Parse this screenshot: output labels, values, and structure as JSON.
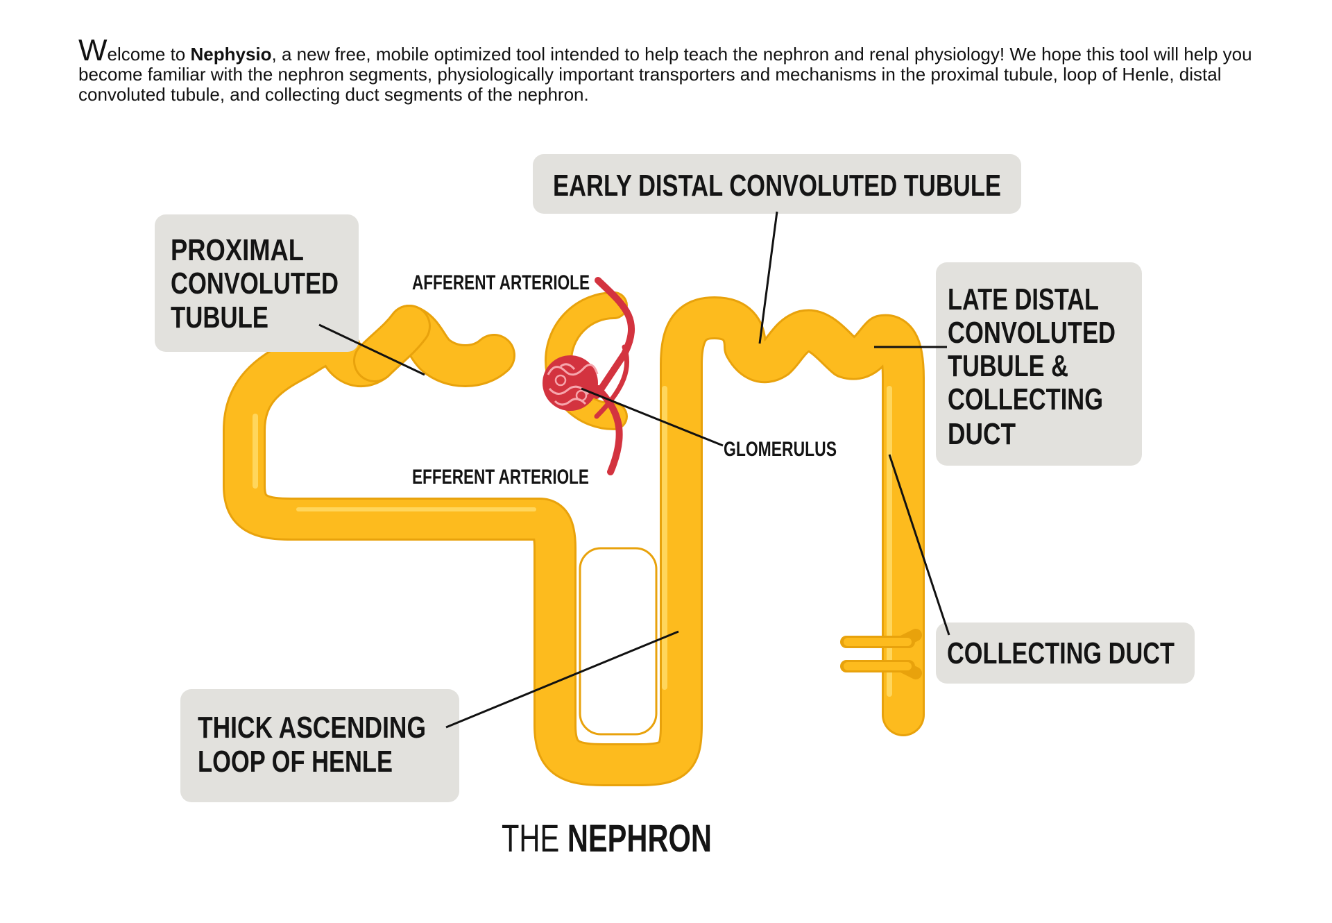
{
  "intro": {
    "lead_letter": "W",
    "lead_rest": "elcome to ",
    "brand": "Nephysio",
    "body": ", a new free, mobile optimized tool intended to help teach the nephron and renal physiology! We hope this tool will help you become familiar with the nephron segments, physiologically important transporters and mechanisms in the proximal tubule, loop of Henle, distal convoluted tubule, and collecting duct segments of the nephron."
  },
  "labels": {
    "early_dct": "EARLY DISTAL CONVOLUTED TUBULE",
    "pct": [
      "PROXIMAL",
      "CONVOLUTED",
      "TUBULE"
    ],
    "late_dct": [
      "LATE DISTAL",
      "CONVOLUTED",
      "TUBULE &",
      "COLLECTING",
      "DUCT"
    ],
    "collecting_duct": "COLLECTING DUCT",
    "thick_ascending": [
      "THICK ASCENDING",
      "LOOP OF HENLE"
    ],
    "afferent": "AFFERENT ARTERIOLE",
    "efferent": "EFFERENT ARTERIOLE",
    "glomerulus": "GLOMERULUS"
  },
  "footer": {
    "title_light": "THE ",
    "title_bold": "NEPHRON"
  },
  "colors": {
    "tubule": "#fdbb1e",
    "tubule_outline": "#e8a20c",
    "tubule_highlight": "#ffd65c",
    "vessel": "#d3333f",
    "label_box": "#e2e1dd",
    "leader_line": "#111111"
  }
}
